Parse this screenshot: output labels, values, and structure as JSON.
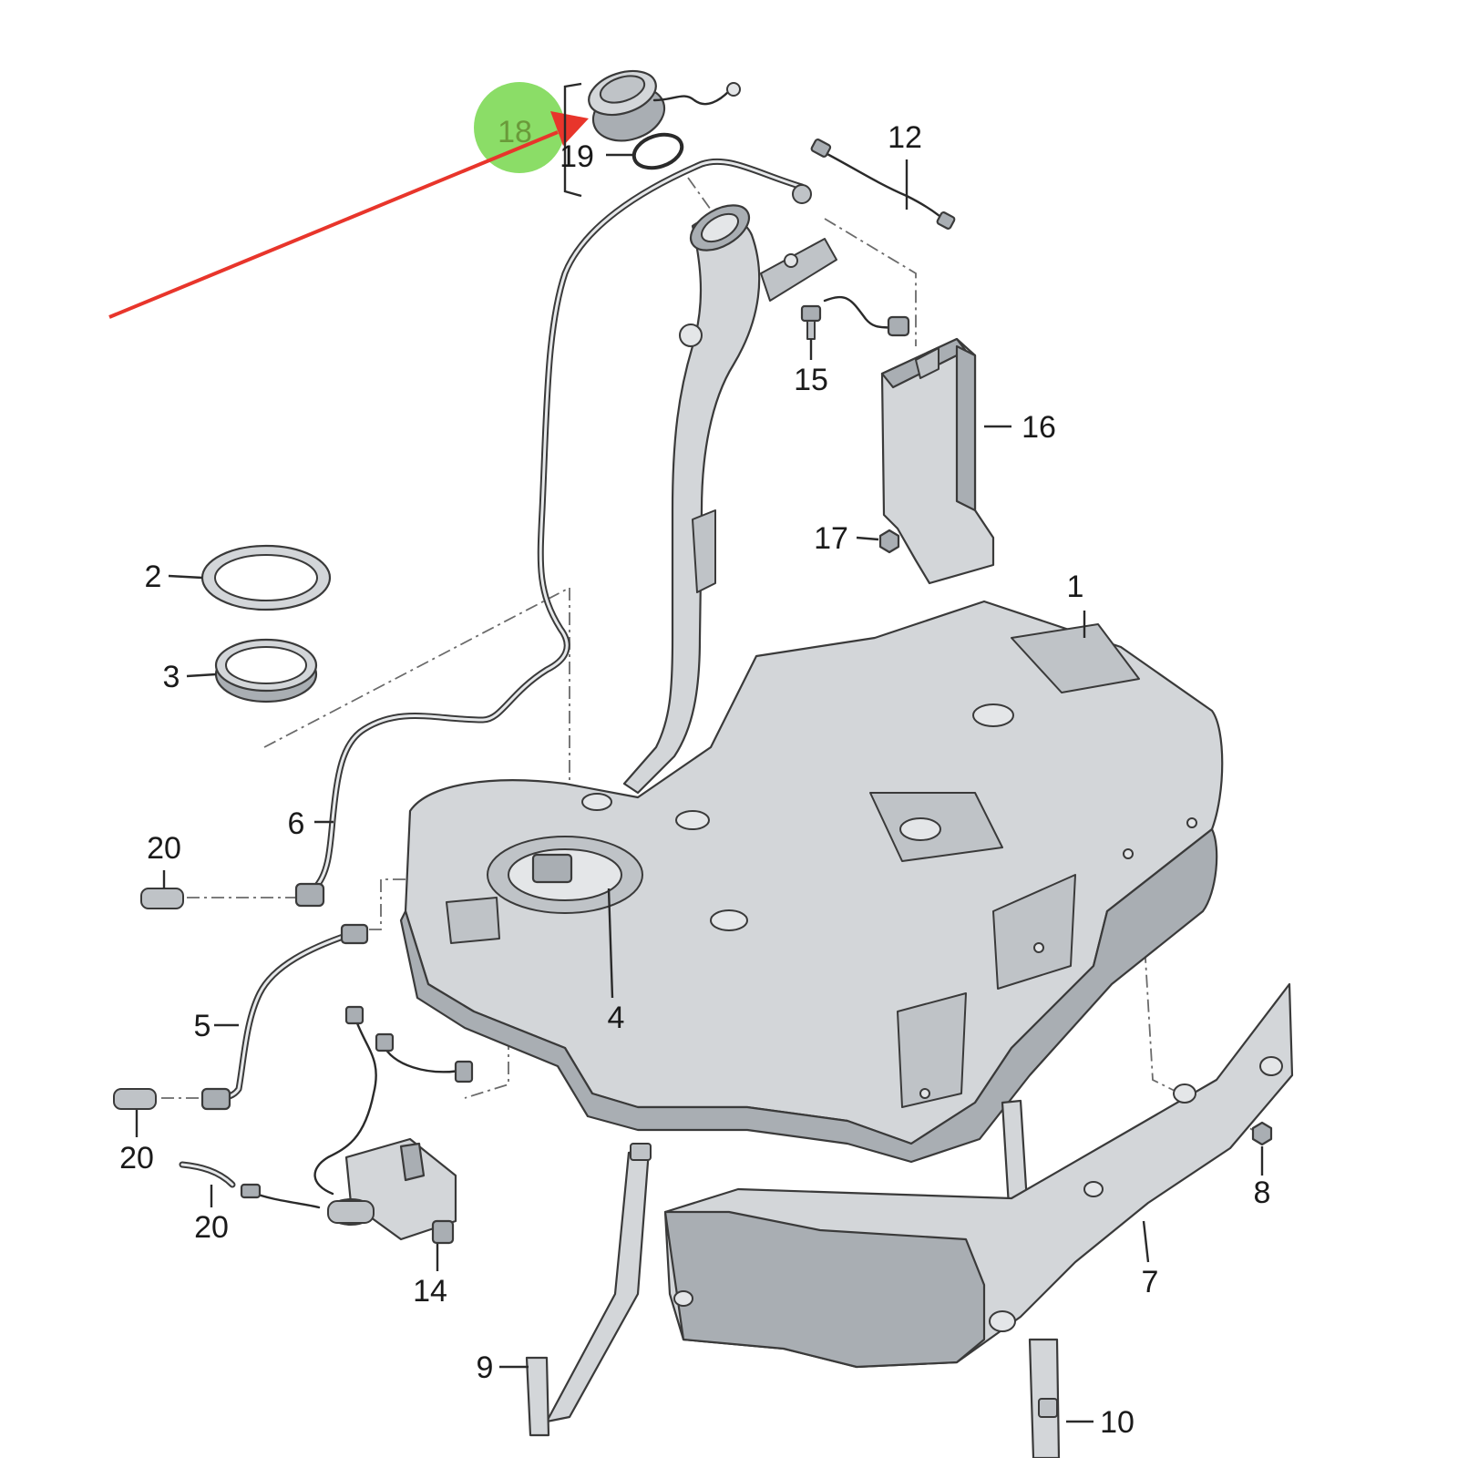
{
  "diagram": {
    "highlight_color": "#7ed957",
    "arrow_color": "#e8352b",
    "highlighted_part": "18",
    "callouts": [
      {
        "id": "c1",
        "label": "1"
      },
      {
        "id": "c2",
        "label": "2"
      },
      {
        "id": "c3",
        "label": "3"
      },
      {
        "id": "c4",
        "label": "4"
      },
      {
        "id": "c5",
        "label": "5"
      },
      {
        "id": "c6",
        "label": "6"
      },
      {
        "id": "c7",
        "label": "7"
      },
      {
        "id": "c8",
        "label": "8"
      },
      {
        "id": "c9",
        "label": "9"
      },
      {
        "id": "c10",
        "label": "10"
      },
      {
        "id": "c12",
        "label": "12"
      },
      {
        "id": "c14",
        "label": "14"
      },
      {
        "id": "c15",
        "label": "15"
      },
      {
        "id": "c16",
        "label": "16"
      },
      {
        "id": "c17",
        "label": "17"
      },
      {
        "id": "c18",
        "label": "18"
      },
      {
        "id": "c19",
        "label": "19"
      },
      {
        "id": "c20a",
        "label": "20"
      },
      {
        "id": "c20b",
        "label": "20"
      },
      {
        "id": "c20c",
        "label": "20"
      }
    ],
    "parts": [
      {
        "key": "fuel-tank",
        "icon": "fuel-tank-icon"
      },
      {
        "key": "filler-cap",
        "icon": "filler-cap-icon"
      },
      {
        "key": "filler-neck",
        "icon": "filler-neck-icon"
      },
      {
        "key": "carbon-canister",
        "icon": "carbon-canister-icon"
      },
      {
        "key": "heat-shield",
        "icon": "heat-shield-icon"
      },
      {
        "key": "fuel-pump",
        "icon": "fuel-pump-icon"
      }
    ]
  }
}
